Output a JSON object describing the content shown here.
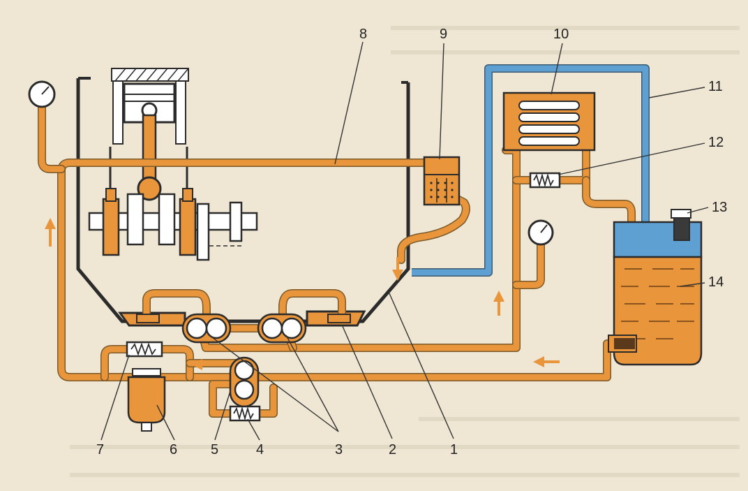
{
  "labels": {
    "l1": "1",
    "l2": "2",
    "l3": "3",
    "l4": "4",
    "l5": "5",
    "l6": "6",
    "l7": "7",
    "l8": "8",
    "l9": "9",
    "l10": "10",
    "l11": "11",
    "l12": "12",
    "l13": "13",
    "l14": "14"
  },
  "colors": {
    "oil": "#e8953c",
    "coolant": "#5fa0d2",
    "outline": "#2b2b2b",
    "paper": "#efe6d4"
  }
}
